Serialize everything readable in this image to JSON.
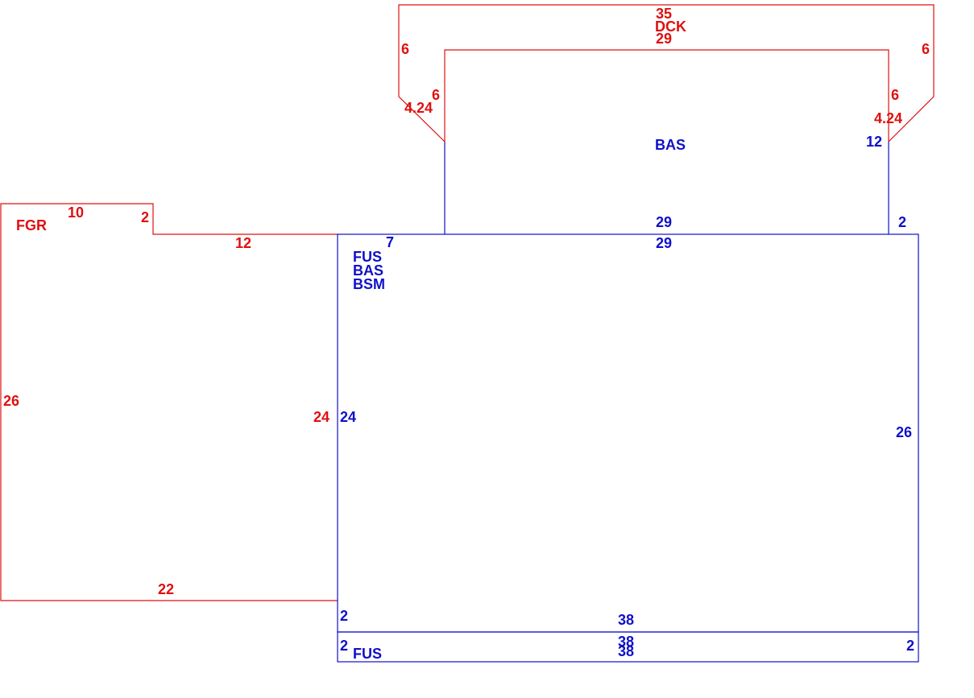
{
  "colors": {
    "red": "#e01010",
    "blue": "#1010c8"
  },
  "areas": {
    "deck": "DCK",
    "basement_addition": "BAS",
    "main_stack": [
      "FUS",
      "BAS",
      "BSM"
    ],
    "bottom_strip": "FUS",
    "garage": "FGR"
  },
  "dims": {
    "dck_top": "35",
    "dck_left_outer": "6",
    "dck_right_outer": "6",
    "dck_inner_top": "29",
    "dck_left_inner": "6",
    "dck_right_inner": "6",
    "dck_left_diag": "4.24",
    "dck_right_diag": "4.24",
    "bas_right": "12",
    "bas_bottom": "29",
    "main_top_right": "2",
    "main_top": "29",
    "main_top_left": "7",
    "main_left": "24",
    "main_right": "26",
    "main_bottom_left": "2",
    "main_bottom": "38",
    "strip_top": "38",
    "strip_bottom": "38",
    "strip_left": "2",
    "strip_right": "2",
    "fgr_top": "10",
    "fgr_step": "2",
    "fgr_mid": "12",
    "fgr_left": "26",
    "fgr_right": "24",
    "fgr_bottom": "22"
  }
}
